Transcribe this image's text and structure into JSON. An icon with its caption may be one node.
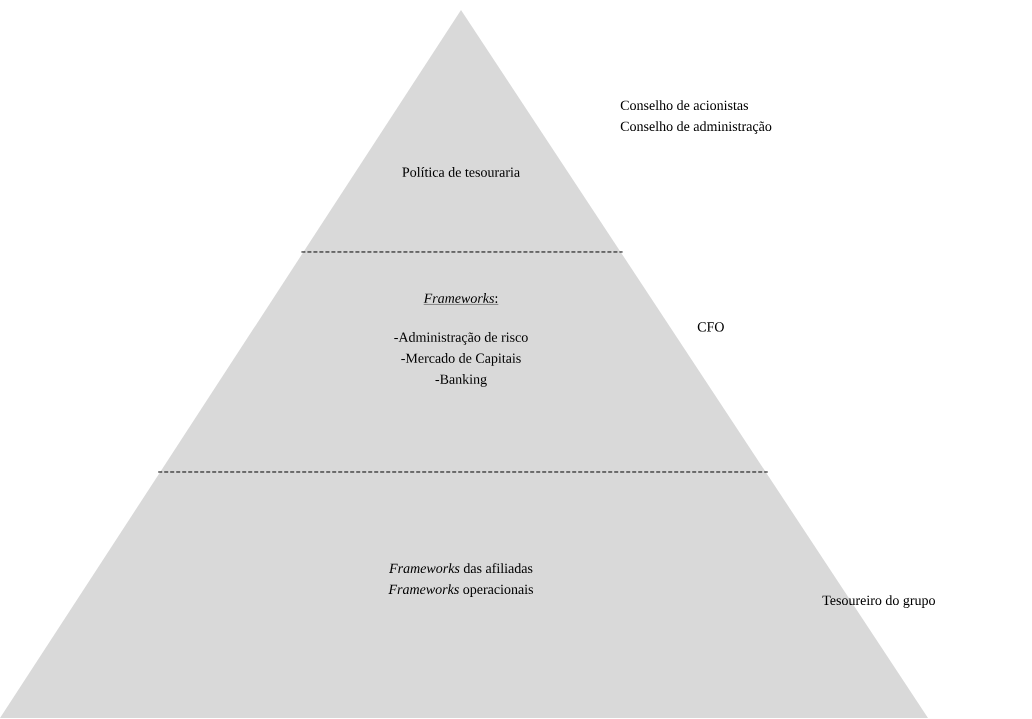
{
  "diagram": {
    "nodes": [
      {
        "text": [
          "Política de tesouraria"
        ],
        "beside": [
          "Conselho de acionistas",
          "Conselho de administração"
        ]
      },
      {
        "text": [
          "*Frameworks*:",
          "-Administração de risco",
          "-Mercado de Capitais",
          "-Banking"
        ],
        "beside": [
          "CFO"
        ]
      },
      {
        "text": [
          "*Frameworks* das afiliadas",
          "*Frameworks* operacionais"
        ],
        "beside": [
          "Tesoureiro do grupo"
        ]
      }
    ]
  }
}
